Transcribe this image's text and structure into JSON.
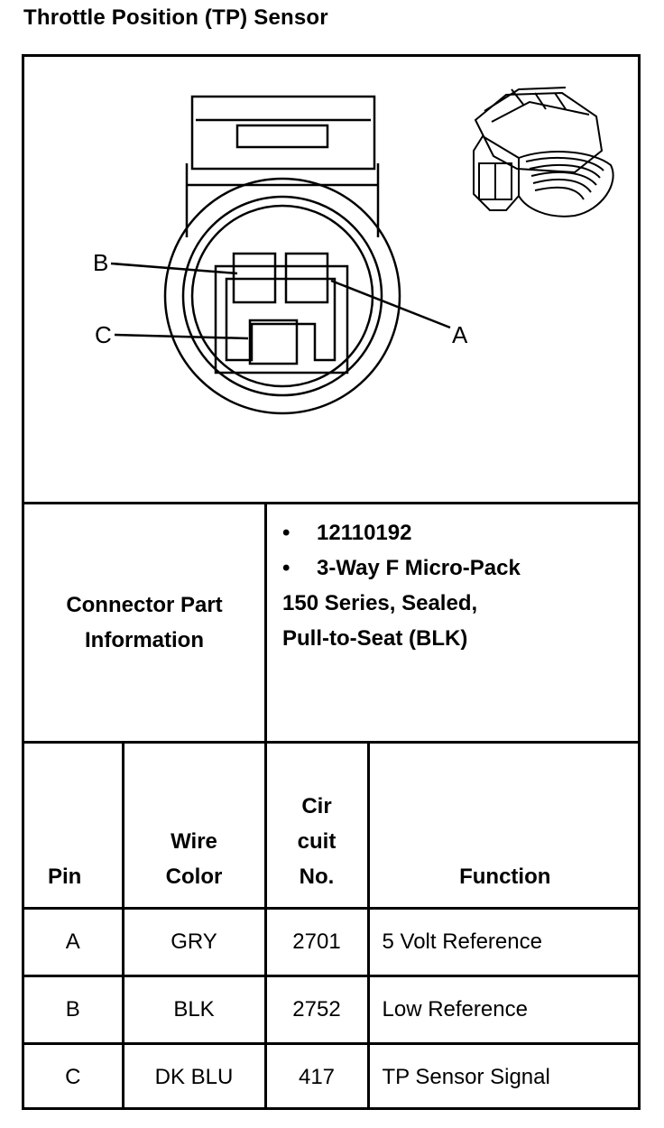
{
  "title": "Throttle Position (TP) Sensor",
  "diagram": {
    "pin_labels": [
      "B",
      "C",
      "A"
    ]
  },
  "connector_info": {
    "label_line1": "Connector Part",
    "label_line2": "Information",
    "bullets": [
      "12110192",
      "3-Way F Micro-Pack"
    ],
    "bullet_symbol": "•",
    "extra_lines": [
      "150 Series, Sealed,",
      "Pull-to-Seat (BLK)"
    ]
  },
  "table": {
    "headers": {
      "pin": "Pin",
      "wire_color_1": "Wire",
      "wire_color_2": "Color",
      "circuit_1": "Cir",
      "circuit_2": "cuit",
      "circuit_3": "No.",
      "function": "Function"
    },
    "rows": [
      {
        "pin": "A",
        "wire_color": "GRY",
        "circuit": "2701",
        "function": "5 Volt Reference"
      },
      {
        "pin": "B",
        "wire_color": "BLK",
        "circuit": "2752",
        "function": "Low Reference"
      },
      {
        "pin": "C",
        "wire_color": "DK BLU",
        "circuit": "417",
        "function": "TP Sensor Signal"
      }
    ]
  }
}
